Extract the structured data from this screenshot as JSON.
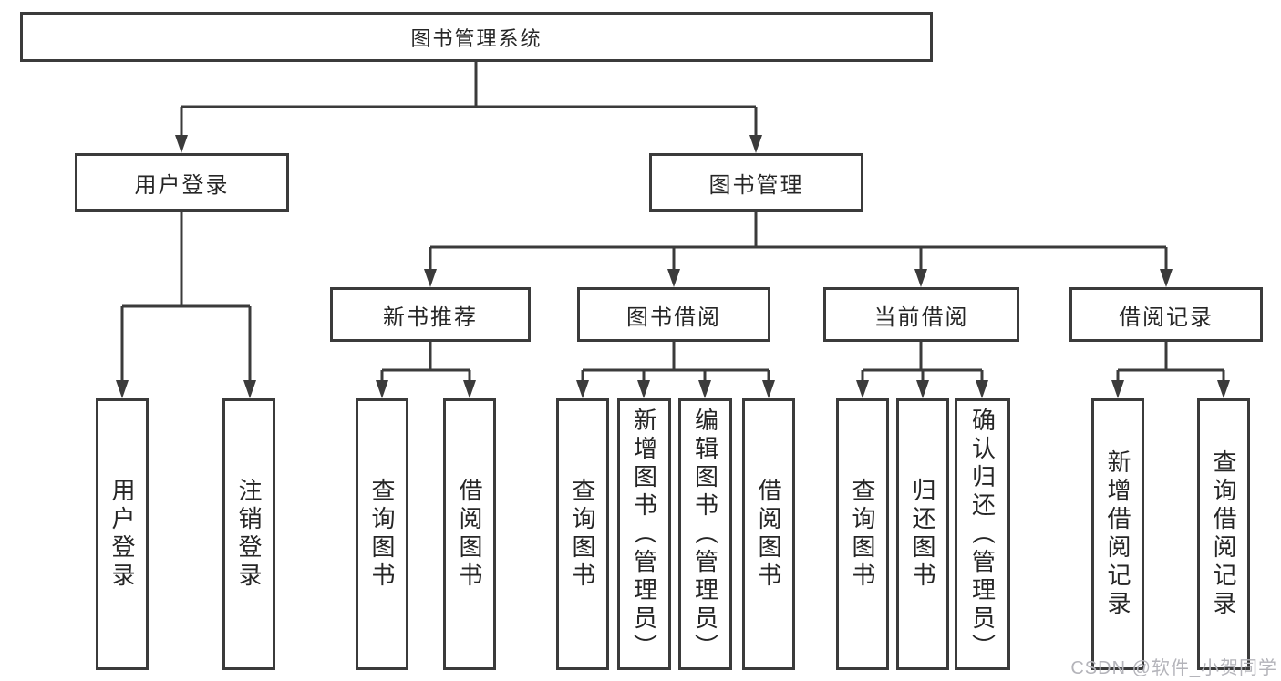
{
  "diagram": {
    "root": {
      "label": "图书管理系统"
    },
    "branches": [
      {
        "label": "用户登录",
        "children": [
          {
            "label": "用户登录"
          },
          {
            "label": "注销登录"
          }
        ]
      },
      {
        "label": "图书管理",
        "children": [
          {
            "label": "新书推荐",
            "children": [
              {
                "label": "查询图书"
              },
              {
                "label": "借阅图书"
              }
            ]
          },
          {
            "label": "图书借阅",
            "children": [
              {
                "label": "查询图书"
              },
              {
                "label": "新增图书（管理员）"
              },
              {
                "label": "编辑图书（管理员）"
              },
              {
                "label": "借阅图书"
              }
            ]
          },
          {
            "label": "当前借阅",
            "children": [
              {
                "label": "查询图书"
              },
              {
                "label": "归还图书"
              },
              {
                "label": "确认归还（管理员）"
              }
            ]
          },
          {
            "label": "借阅记录",
            "children": [
              {
                "label": "新增借阅记录"
              },
              {
                "label": "查询借阅记录"
              }
            ]
          }
        ]
      }
    ]
  },
  "watermark": {
    "text": "CSDN @软件_小贺同学"
  },
  "colors": {
    "line": "#3b3b3b",
    "text": "#262626",
    "watermark": "#b4b4ba",
    "background": "#ffffff"
  }
}
